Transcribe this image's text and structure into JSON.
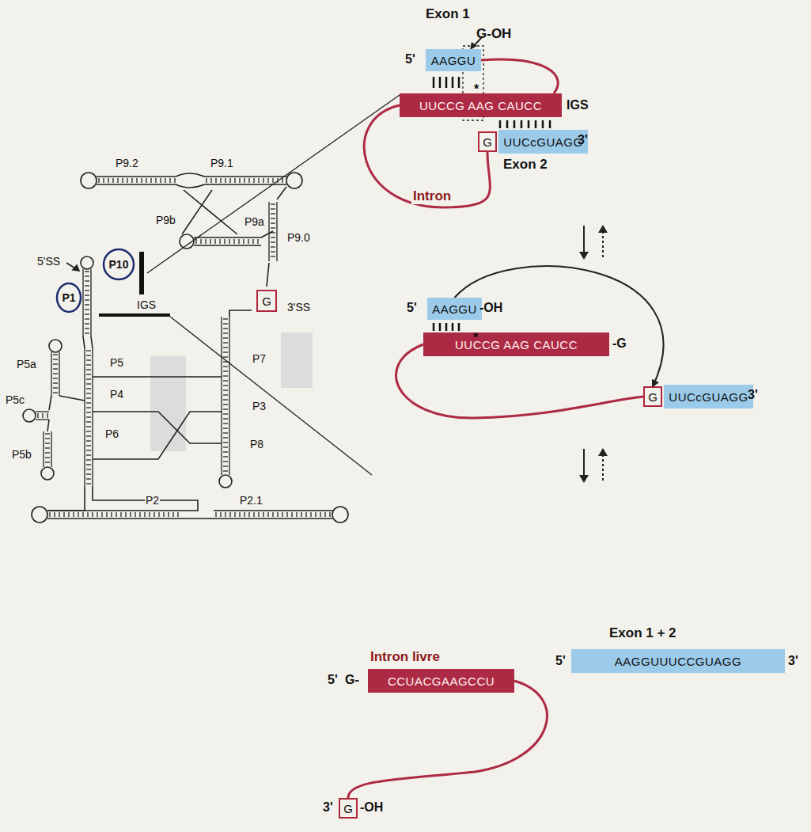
{
  "diagram": {
    "nodes": [
      {
        "text": [
          "AAGGU"
        ]
      },
      {
        "text": [
          "UUCCG AAG CAUCC"
        ]
      },
      {
        "text": [
          "G"
        ]
      },
      {
        "text": [
          "UUCcGUAGG"
        ]
      },
      {
        "text": [
          "AAGGU"
        ]
      },
      {
        "text": [
          "UUCCG AAG CAUCC"
        ]
      },
      {
        "text": [
          "G"
        ]
      },
      {
        "text": [
          "UUCcGUAGG"
        ]
      },
      {
        "text": [
          "CCUACGAAGCCU"
        ]
      },
      {
        "text": [
          "G"
        ]
      },
      {
        "text": [
          "AAGGUUUCCGUAGG"
        ]
      },
      {
        "text": [
          "G"
        ]
      },
      {
        "text": [
          "P10"
        ]
      },
      {
        "text": [
          "P1"
        ]
      }
    ],
    "edges": [
      {
        "from": 0,
        "to": 1,
        "arrow": "none"
      },
      {
        "from": 1,
        "to": 2,
        "arrow": "none",
        "label": "Intron"
      },
      {
        "from": 4,
        "to": 6,
        "arrow": "to"
      },
      {
        "from": 5,
        "to": 6,
        "arrow": "none"
      },
      {
        "from": 8,
        "to": 9,
        "arrow": "none"
      }
    ],
    "labels": [
      "Exon 1",
      "G-OH",
      "5'",
      "*",
      "IGS",
      "3'",
      "Exon 2",
      "5'",
      "-OH",
      "*",
      "-G",
      "3'",
      "Intron livre",
      "5'",
      "G-",
      "3'",
      "-OH",
      "Exon 1 + 2",
      "5'",
      "3'",
      "P9.2",
      "P9.1",
      "P9b",
      "P9a",
      "P9.0",
      "5'SS",
      "IGS",
      "3'SS",
      "P5a",
      "P5",
      "P4",
      "P5c",
      "P5b",
      "P6",
      "P7",
      "P3",
      "P8",
      "P2",
      "P2.1"
    ]
  }
}
